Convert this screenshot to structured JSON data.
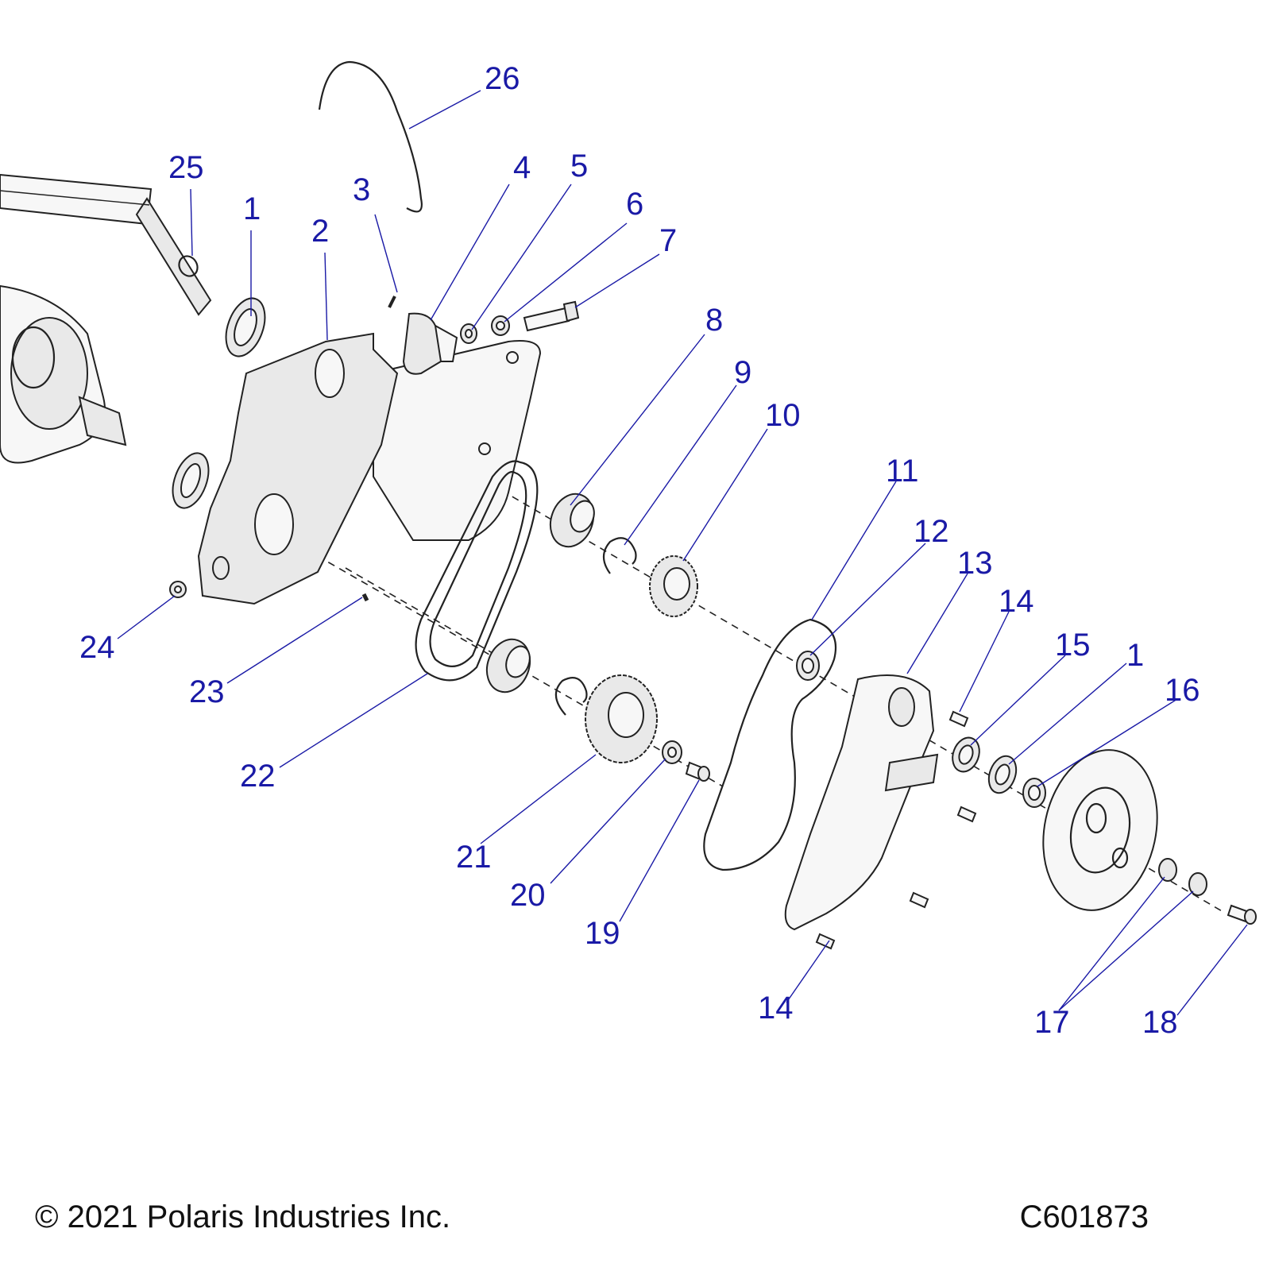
{
  "diagram": {
    "callouts": [
      "26",
      "25",
      "1",
      "2",
      "3",
      "4",
      "5",
      "6",
      "7",
      "8",
      "9",
      "10",
      "11",
      "12",
      "13",
      "14",
      "15",
      "1",
      "16",
      "24",
      "23",
      "22",
      "21",
      "20",
      "19",
      "14",
      "17",
      "18"
    ]
  },
  "footer": {
    "copyright": "© 2021 Polaris Industries Inc.",
    "drawing_id": "C601873"
  },
  "colors": {
    "callout": "#1a1aa6",
    "line_art": "#222222"
  }
}
